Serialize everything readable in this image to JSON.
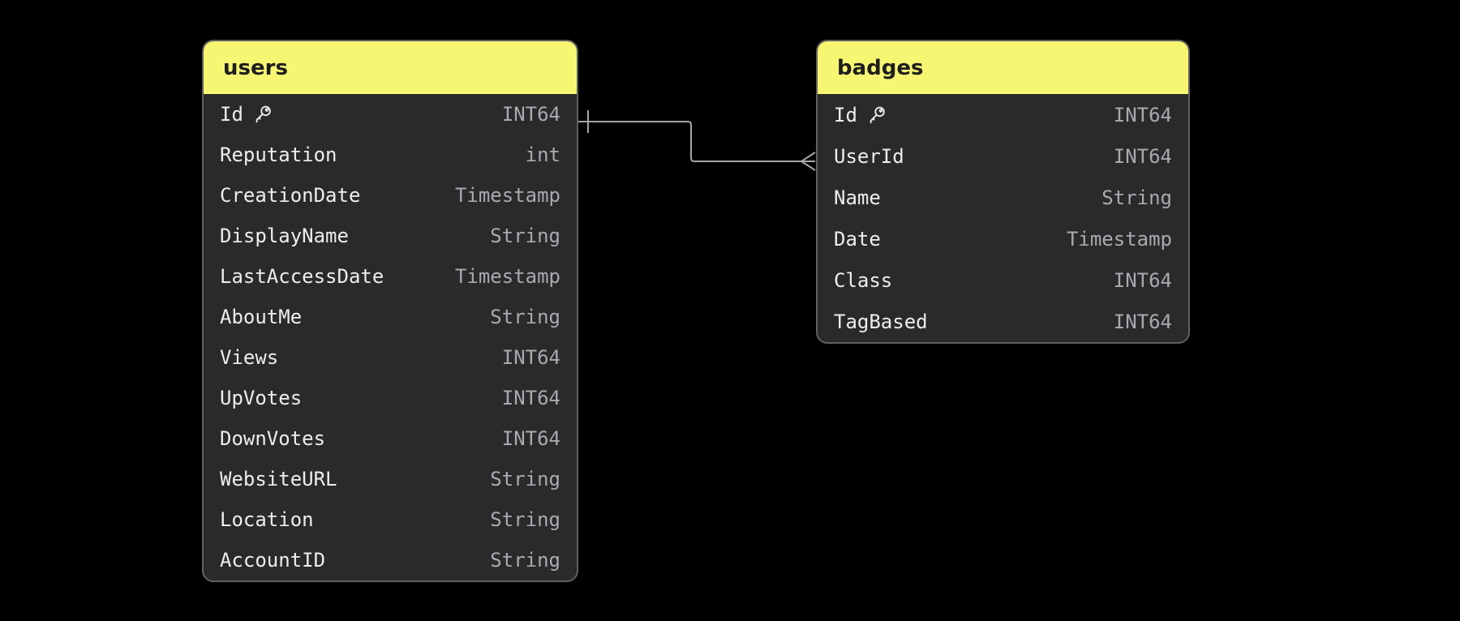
{
  "diagram": {
    "kind": "entity-relationship-diagram",
    "background": "#000000"
  },
  "colors": {
    "table_header_bg": "#F7F672",
    "table_header_text": "#1E1E1E",
    "table_body_bg": "#2A2A2B",
    "table_border": "#606060",
    "field_name_text": "#EDEDED",
    "field_type_text": "#A7AAB0",
    "connector_line": "#A6A6A6"
  },
  "tables": [
    {
      "name": "users",
      "fields": [
        {
          "name": "Id",
          "type": "INT64",
          "primary_key": true
        },
        {
          "name": "Reputation",
          "type": "int",
          "primary_key": false
        },
        {
          "name": "CreationDate",
          "type": "Timestamp",
          "primary_key": false
        },
        {
          "name": "DisplayName",
          "type": "String",
          "primary_key": false
        },
        {
          "name": "LastAccessDate",
          "type": "Timestamp",
          "primary_key": false
        },
        {
          "name": "AboutMe",
          "type": "String",
          "primary_key": false
        },
        {
          "name": "Views",
          "type": "INT64",
          "primary_key": false
        },
        {
          "name": "UpVotes",
          "type": "INT64",
          "primary_key": false
        },
        {
          "name": "DownVotes",
          "type": "INT64",
          "primary_key": false
        },
        {
          "name": "WebsiteURL",
          "type": "String",
          "primary_key": false
        },
        {
          "name": "Location",
          "type": "String",
          "primary_key": false
        },
        {
          "name": "AccountID",
          "type": "String",
          "primary_key": false
        }
      ]
    },
    {
      "name": "badges",
      "fields": [
        {
          "name": "Id",
          "type": "INT64",
          "primary_key": true
        },
        {
          "name": "UserId",
          "type": "INT64",
          "primary_key": false
        },
        {
          "name": "Name",
          "type": "String",
          "primary_key": false
        },
        {
          "name": "Date",
          "type": "Timestamp",
          "primary_key": false
        },
        {
          "name": "Class",
          "type": "INT64",
          "primary_key": false
        },
        {
          "name": "TagBased",
          "type": "INT64",
          "primary_key": false
        }
      ]
    }
  ],
  "relationships": [
    {
      "from_table": "users",
      "from_field": "Id",
      "from_cardinality": "one",
      "to_table": "badges",
      "to_field": "UserId",
      "to_cardinality": "many"
    }
  ]
}
